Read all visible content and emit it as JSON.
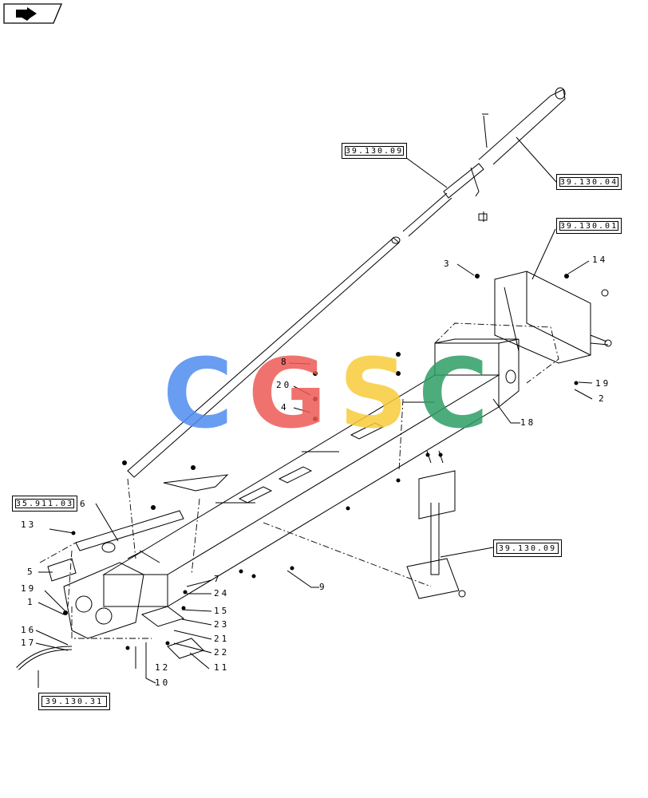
{
  "nav": {
    "icon": "arrow-back-icon"
  },
  "references": [
    {
      "id": "ref-39-130-09-top",
      "label": "39.130.09"
    },
    {
      "id": "ref-39-130-04",
      "label": "39.130.04"
    },
    {
      "id": "ref-39-130-01",
      "label": "39.130.01"
    },
    {
      "id": "ref-35-911-03",
      "label": "35.911.03"
    },
    {
      "id": "ref-39-130-09-bottom",
      "label": "39.130.09"
    },
    {
      "id": "ref-39-130-31",
      "label": "39.130.31"
    }
  ],
  "callouts": {
    "c1": "1",
    "c2": "2",
    "c3": "3",
    "c4": "4",
    "c5": "5",
    "c6": "6",
    "c7": "7",
    "c8": "8",
    "c9": "9",
    "c10": "10",
    "c11": "11",
    "c12": "12",
    "c13": "13",
    "c14": "14",
    "c15": "15",
    "c16": "16",
    "c17": "17",
    "c18": "18",
    "c19a": "19",
    "c19b": "19",
    "c20": "20",
    "c21": "21",
    "c22": "22",
    "c23": "23",
    "c24": "24"
  },
  "watermark": {
    "letters": [
      "C",
      "G",
      "S",
      "C"
    ],
    "colors": [
      "#4f8df0",
      "#ee5a55",
      "#f7cc3c",
      "#2e9e66"
    ]
  }
}
